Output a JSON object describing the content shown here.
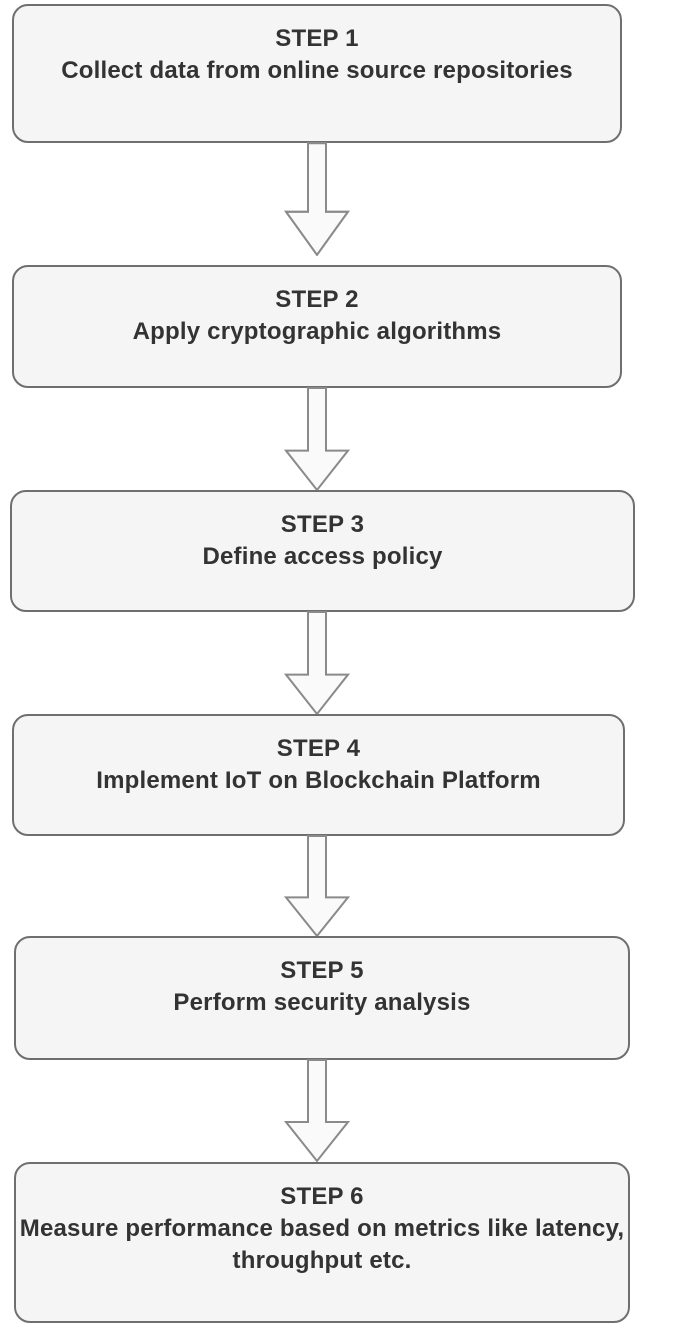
{
  "diagram": {
    "type": "flowchart",
    "direction": "top-to-bottom",
    "steps": [
      {
        "label": "STEP 1",
        "description": "Collect data from online source repositories"
      },
      {
        "label": "STEP 2",
        "description": "Apply cryptographic algorithms"
      },
      {
        "label": "STEP 3",
        "description": "Define access policy"
      },
      {
        "label": "STEP 4",
        "description": "Implement IoT on Blockchain Platform"
      },
      {
        "label": "STEP 5",
        "description": "Perform security analysis"
      },
      {
        "label": "STEP 6",
        "description": "Measure performance based on metrics like latency, throughput etc."
      }
    ],
    "connectors": [
      {
        "from": "STEP 1",
        "to": "STEP 2",
        "shape": "block-arrow-down"
      },
      {
        "from": "STEP 2",
        "to": "STEP 3",
        "shape": "block-arrow-down"
      },
      {
        "from": "STEP 3",
        "to": "STEP 4",
        "shape": "block-arrow-down"
      },
      {
        "from": "STEP 4",
        "to": "STEP 5",
        "shape": "block-arrow-down"
      },
      {
        "from": "STEP 5",
        "to": "STEP 6",
        "shape": "block-arrow-down"
      }
    ],
    "colors": {
      "background": "#ffffff",
      "box_fill": "#f5f5f5",
      "box_border": "#6f6f6f",
      "arrow_fill": "#fafafa",
      "arrow_border": "#8a8a8a",
      "text": "#333333"
    }
  }
}
